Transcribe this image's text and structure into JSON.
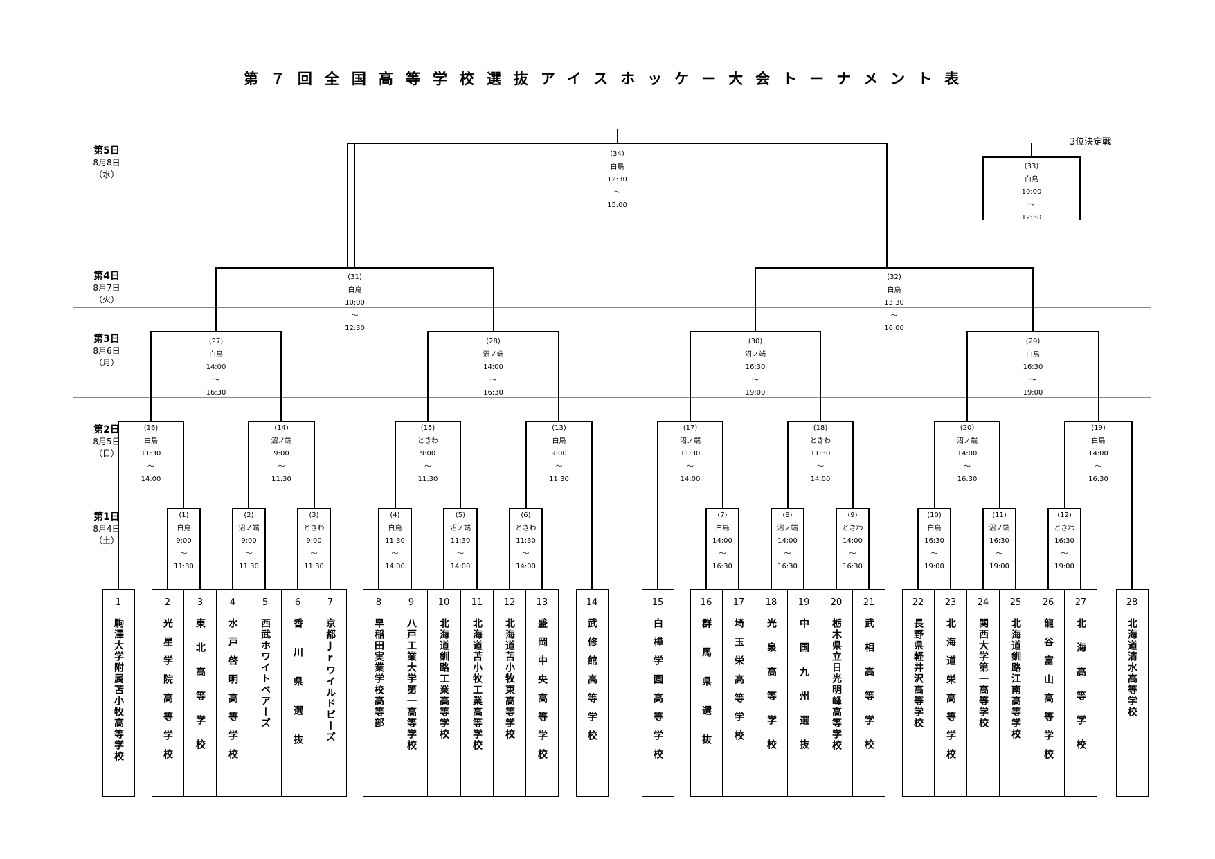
{
  "title": "第７回全国高等学校選抜アイスホッケー大会トーナメント表",
  "third_place_label": "3位決定戦",
  "days": [
    {
      "name": "第5日",
      "date": "8月8日",
      "weekday": "（水）"
    },
    {
      "name": "第4日",
      "date": "8月7日",
      "weekday": "（火）"
    },
    {
      "name": "第3日",
      "date": "8月6日",
      "weekday": "（月）"
    },
    {
      "name": "第2日",
      "date": "8月5日",
      "weekday": "（日）"
    },
    {
      "name": "第1日",
      "date": "8月4日",
      "weekday": "（土）"
    }
  ],
  "matches": [
    {
      "no": "(1)",
      "venue": "白鳥",
      "start": "9:00",
      "tilde": "～",
      "end": "11:30"
    },
    {
      "no": "(2)",
      "venue": "沼ノ端",
      "start": "9:00",
      "tilde": "～",
      "end": "11:30"
    },
    {
      "no": "(3)",
      "venue": "ときわ",
      "start": "9:00",
      "tilde": "～",
      "end": "11:30"
    },
    {
      "no": "(4)",
      "venue": "白鳥",
      "start": "11:30",
      "tilde": "～",
      "end": "14:00"
    },
    {
      "no": "(5)",
      "venue": "沼ノ端",
      "start": "11:30",
      "tilde": "～",
      "end": "14:00"
    },
    {
      "no": "(6)",
      "venue": "ときわ",
      "start": "11:30",
      "tilde": "～",
      "end": "14:00"
    },
    {
      "no": "(7)",
      "venue": "白鳥",
      "start": "14:00",
      "tilde": "～",
      "end": "16:30"
    },
    {
      "no": "(8)",
      "venue": "沼ノ端",
      "start": "14:00",
      "tilde": "～",
      "end": "16:30"
    },
    {
      "no": "(9)",
      "venue": "ときわ",
      "start": "14:00",
      "tilde": "～",
      "end": "16:30"
    },
    {
      "no": "(10)",
      "venue": "白鳥",
      "start": "16:30",
      "tilde": "～",
      "end": "19:00"
    },
    {
      "no": "(11)",
      "venue": "沼ノ端",
      "start": "16:30",
      "tilde": "～",
      "end": "19:00"
    },
    {
      "no": "(12)",
      "venue": "ときわ",
      "start": "16:30",
      "tilde": "～",
      "end": "19:00"
    },
    {
      "no": "(13)",
      "venue": "白鳥",
      "start": "9:00",
      "tilde": "～",
      "end": "11:30"
    },
    {
      "no": "(14)",
      "venue": "沼ノ端",
      "start": "9:00",
      "tilde": "～",
      "end": "11:30"
    },
    {
      "no": "(15)",
      "venue": "ときわ",
      "start": "9:00",
      "tilde": "～",
      "end": "11:30"
    },
    {
      "no": "(16)",
      "venue": "白鳥",
      "start": "11:30",
      "tilde": "～",
      "end": "14:00"
    },
    {
      "no": "(17)",
      "venue": "沼ノ端",
      "start": "11:30",
      "tilde": "～",
      "end": "14:00"
    },
    {
      "no": "(18)",
      "venue": "ときわ",
      "start": "11:30",
      "tilde": "～",
      "end": "14:00"
    },
    {
      "no": "(19)",
      "venue": "白鳥",
      "start": "14:00",
      "tilde": "～",
      "end": "16:30"
    },
    {
      "no": "(20)",
      "venue": "沼ノ端",
      "start": "14:00",
      "tilde": "～",
      "end": "16:30"
    },
    {
      "no": "(27)",
      "venue": "白鳥",
      "start": "14:00",
      "tilde": "～",
      "end": "16:30"
    },
    {
      "no": "(28)",
      "venue": "沼ノ端",
      "start": "14:00",
      "tilde": "～",
      "end": "16:30"
    },
    {
      "no": "(30)",
      "venue": "沼ノ端",
      "start": "16:30",
      "tilde": "～",
      "end": "19:00"
    },
    {
      "no": "(29)",
      "venue": "白鳥",
      "start": "16:30",
      "tilde": "～",
      "end": "19:00"
    },
    {
      "no": "(31)",
      "venue": "白鳥",
      "start": "10:00",
      "tilde": "～",
      "end": "12:30"
    },
    {
      "no": "(32)",
      "venue": "白鳥",
      "start": "13:30",
      "tilde": "～",
      "end": "16:00"
    },
    {
      "no": "(34)",
      "venue": "白鳥",
      "start": "12:30",
      "tilde": "～",
      "end": "15:00"
    },
    {
      "no": "(33)",
      "venue": "白鳥",
      "start": "10:00",
      "tilde": "～",
      "end": "12:30"
    }
  ],
  "teams": [
    {
      "no": "1",
      "name": "駒澤大学附属苫小牧高等学校"
    },
    {
      "no": "2",
      "name": "光星学院高等学校"
    },
    {
      "no": "3",
      "name": "東北高等学校"
    },
    {
      "no": "4",
      "name": "水戸啓明高等学校"
    },
    {
      "no": "5",
      "name": "西武ホワイトベアーズ"
    },
    {
      "no": "6",
      "name": "香川県選抜"
    },
    {
      "no": "7",
      "name": "京都Jrワイルドビーズ"
    },
    {
      "no": "8",
      "name": "早稲田実業学校高等部"
    },
    {
      "no": "9",
      "name": "八戸工業大学第一高等学校"
    },
    {
      "no": "10",
      "name": "北海道釧路工業高等学校"
    },
    {
      "no": "11",
      "name": "北海道苫小牧工業高等学校"
    },
    {
      "no": "12",
      "name": "北海道苫小牧東高等学校"
    },
    {
      "no": "13",
      "name": "盛岡中央高等学校"
    },
    {
      "no": "14",
      "name": "武修館高等学校"
    },
    {
      "no": "15",
      "name": "白樺学園高等学校"
    },
    {
      "no": "16",
      "name": "群馬県選抜"
    },
    {
      "no": "17",
      "name": "埼玉栄高等学校"
    },
    {
      "no": "18",
      "name": "光泉高等学校"
    },
    {
      "no": "19",
      "name": "中国九州選抜"
    },
    {
      "no": "20",
      "name": "栃木県立日光明峰高等学校"
    },
    {
      "no": "21",
      "name": "武相高等学校"
    },
    {
      "no": "22",
      "name": "長野県軽井沢高等学校"
    },
    {
      "no": "23",
      "name": "北海道栄高等学校"
    },
    {
      "no": "24",
      "name": "関西大学第一高等学校"
    },
    {
      "no": "25",
      "name": "北海道釧路江南高等学校"
    },
    {
      "no": "26",
      "name": "龍谷富山高等学校"
    },
    {
      "no": "27",
      "name": "北海高等学校"
    },
    {
      "no": "28",
      "name": "北海道清水高等学校"
    }
  ]
}
